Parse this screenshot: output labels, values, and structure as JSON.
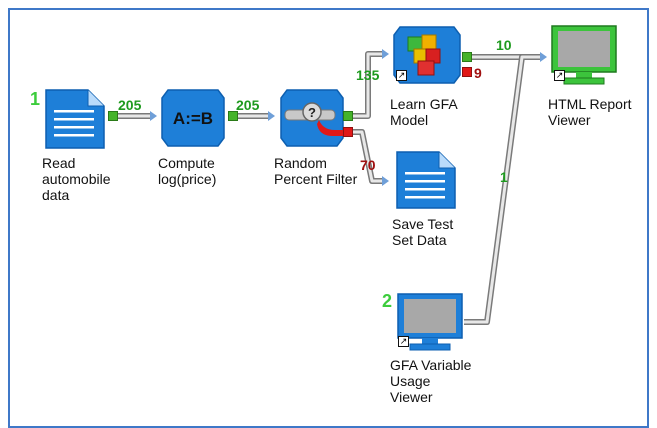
{
  "nodes": {
    "read": {
      "step": "1",
      "label_lines": [
        "Read",
        "automobile",
        "data"
      ],
      "icon": "document-icon"
    },
    "compute": {
      "step": "",
      "label_lines": [
        "Compute",
        "log(price)"
      ],
      "icon_text": "A:=B",
      "icon": "assignment-icon"
    },
    "filter": {
      "step": "",
      "label_lines": [
        "Random",
        "Percent Filter"
      ],
      "icon": "filter-icon"
    },
    "learn": {
      "step": "",
      "label_lines": [
        "Learn GFA",
        "Model"
      ],
      "icon": "cubes-icon"
    },
    "html": {
      "step": "",
      "label_lines": [
        "HTML Report",
        "Viewer"
      ],
      "icon": "monitor-icon"
    },
    "save": {
      "step": "",
      "label_lines": [
        "Save Test",
        "Set Data"
      ],
      "icon": "document-icon"
    },
    "usage": {
      "step": "2",
      "label_lines": [
        "GFA Variable",
        "Usage",
        "Viewer"
      ],
      "icon": "monitor-icon"
    }
  },
  "counts": {
    "read_to_compute": "205",
    "compute_to_filter": "205",
    "filter_pass": "135",
    "filter_fail": "70",
    "learn_pass": "10",
    "learn_fail": "9",
    "usage_link": "1"
  },
  "colors": {
    "frame": "#3f78c8",
    "node_blue": "#1e7fd8",
    "pass_port": "#45b32a",
    "fail_port": "#e01818",
    "step_number": "#3ccc3c",
    "count_green": "#1e9a1e",
    "count_red": "#a01010",
    "monitor_screen": "#3cc43c"
  }
}
